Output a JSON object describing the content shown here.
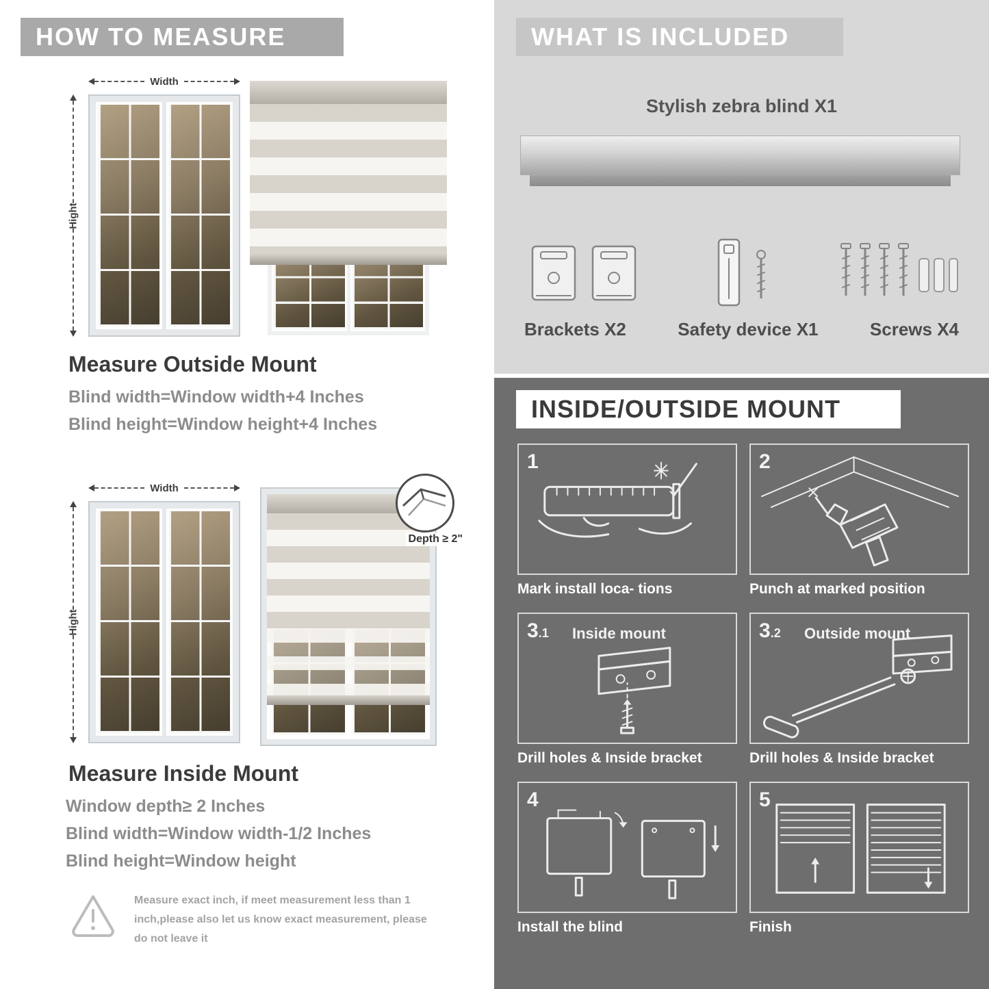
{
  "colors": {
    "header_gray": "#a9a9a9",
    "panel_light": "#d8d8d8",
    "panel_dark": "#6e6e6e",
    "title_dark": "#3b3b3b",
    "body_gray": "#8c8c8c"
  },
  "left": {
    "header": "HOW TO MEASURE",
    "outside": {
      "width_label": "Width",
      "height_label": "Hight",
      "title": "Measure Outside Mount",
      "line1": "Blind width=Window width+4 Inches",
      "line2": "Blind height=Window height+4 Inches"
    },
    "inside": {
      "width_label": "Width",
      "height_label": "Hight",
      "depth_label": "Depth ≥ 2\"",
      "title": "Measure Inside Mount",
      "line1": "Window depth≥ 2 Inches",
      "line2": "Blind width=Window width-1/2 Inches",
      "line3": "Blind height=Window height"
    },
    "note": "Measure exact inch, if meet measurement less than 1 inch,please also let us know exact measurement, please do not leave it"
  },
  "included": {
    "header": "WHAT IS INCLUDED",
    "product": "Stylish zebra blind X1",
    "items": [
      {
        "label": "Brackets X2"
      },
      {
        "label": "Safety device X1"
      },
      {
        "label": "Screws X4"
      }
    ]
  },
  "mount": {
    "header": "INSIDE/OUTSIDE MOUNT",
    "steps": [
      {
        "num": "1",
        "sub": "",
        "label": "",
        "caption": "Mark install loca- tions"
      },
      {
        "num": "2",
        "sub": "",
        "label": "",
        "caption": "Punch at  marked position"
      },
      {
        "num": "3",
        "sub": ".1",
        "label": "Inside mount",
        "caption": "Drill holes &  Inside bracket"
      },
      {
        "num": "3",
        "sub": ".2",
        "label": "Outside mount",
        "caption": "Drill holes &  Inside bracket"
      },
      {
        "num": "4",
        "sub": "",
        "label": "",
        "caption": "Install the blind"
      },
      {
        "num": "5",
        "sub": "",
        "label": "",
        "caption": "Finish"
      }
    ]
  }
}
